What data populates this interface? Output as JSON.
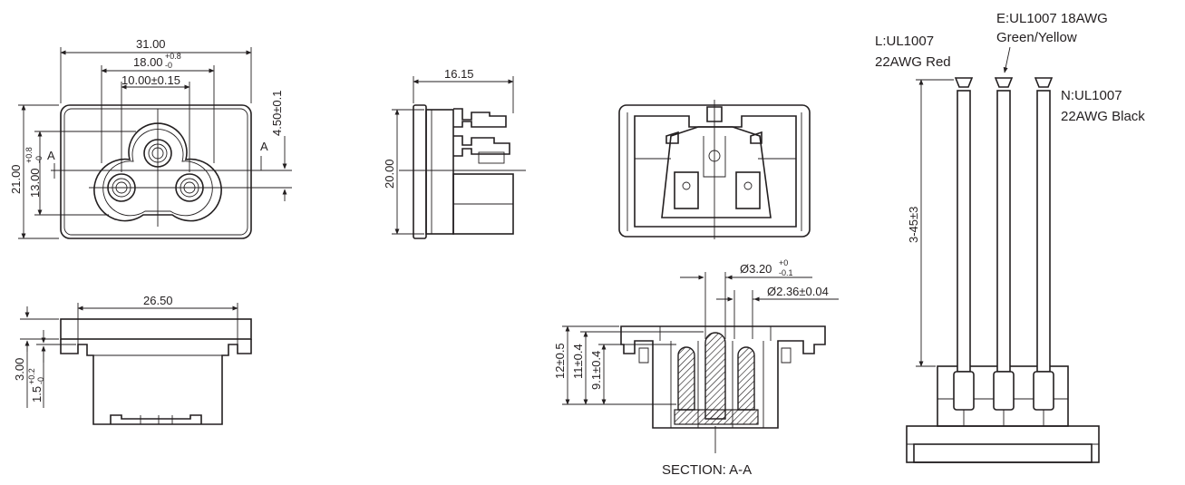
{
  "front_view": {
    "dim_width": "31.00",
    "dim_slot_main": "18.00",
    "dim_slot_sup": "+0.8",
    "dim_slot_sub": "-0",
    "dim_pin_pitch": "10.00±0.15",
    "dim_height": "21.00",
    "dim_inner_height_main": "13.00",
    "dim_inner_height_sup": "+0.8",
    "dim_inner_height_sub": "-0",
    "dim_offset": "4.50±0.1",
    "section_mark_left": "A",
    "section_mark_right": "A"
  },
  "side_view": {
    "dim_depth": "16.15",
    "dim_height": "20.00"
  },
  "bottom_view": {
    "dim_width": "26.50",
    "dim_flange": "3.00",
    "dim_lip_main": "1.5",
    "dim_lip_sup": "+0.2",
    "dim_lip_sub": "-0"
  },
  "section_view": {
    "dim_hole_main": "Ø3.20",
    "dim_hole_sup": "+0",
    "dim_hole_sub": "-0.1",
    "dim_pin_dia": "Ø2.36±0.04",
    "dim_h1": "12±0.5",
    "dim_h2": "11±0.4",
    "dim_h3": "9.1±0.4",
    "title": "SECTION: A-A"
  },
  "wire_view": {
    "earth_line1": "E:UL1007  18AWG",
    "earth_line2": "Green/Yellow",
    "line_line1": "L:UL1007",
    "line_line2": "22AWG Red",
    "neutral_line1": "N:UL1007",
    "neutral_line2": "22AWG Black",
    "dim_length": "3-45±3"
  }
}
